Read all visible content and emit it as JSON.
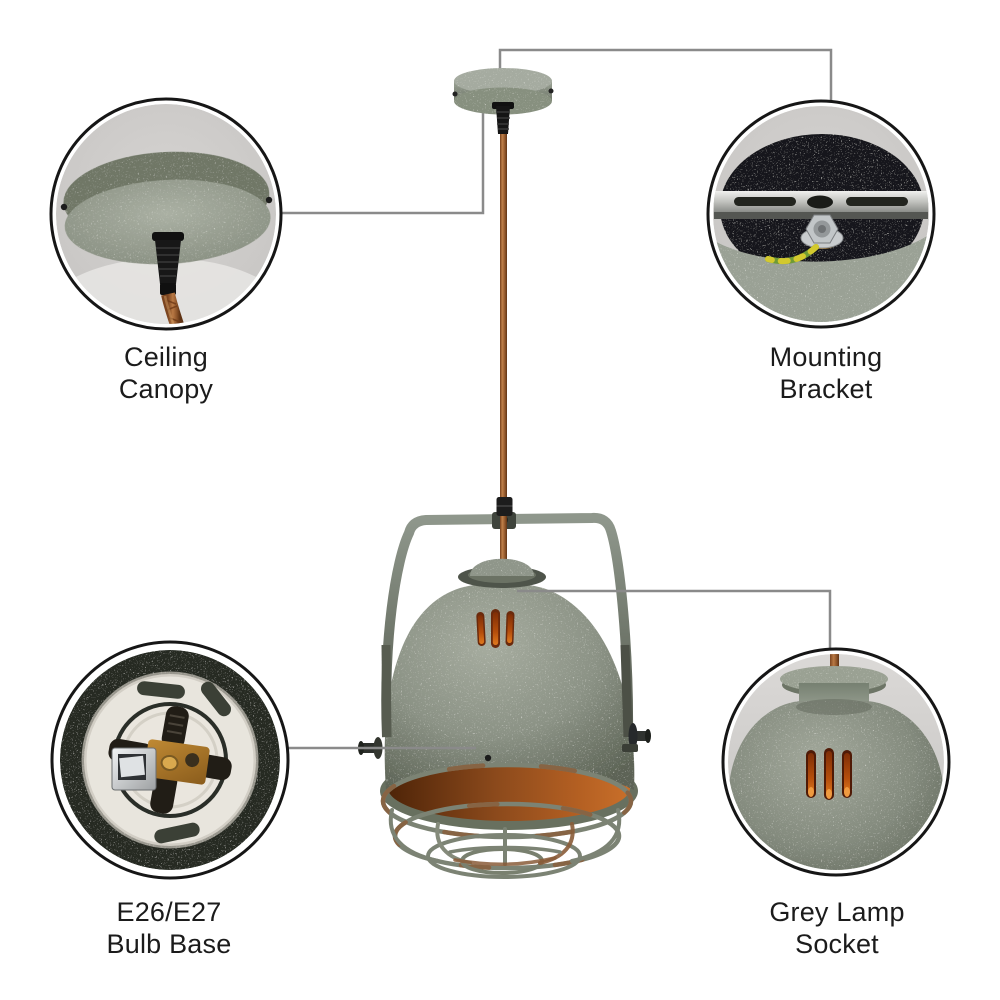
{
  "product_diagram": {
    "callouts": [
      {
        "id": "ceiling-canopy",
        "line1": "Ceiling",
        "line2": "Canopy"
      },
      {
        "id": "mounting-bracket",
        "line1": "Mounting",
        "line2": "Bracket"
      },
      {
        "id": "bulb-base",
        "line1": "E26/E27",
        "line2": "Bulb Base"
      },
      {
        "id": "lamp-socket",
        "line1": "Grey Lamp",
        "line2": "Socket"
      }
    ],
    "palette": {
      "background": "#ffffff",
      "lamp_grey": "#8b9287",
      "copper_cord": "#a56535",
      "rust_interior": "#9c5122",
      "vent_glow": "#c85a10",
      "leader_line": "#8a8a8a",
      "circle_outline": "#161616",
      "label_text": "#1b1b1b",
      "inset_background": "#cfcdcb",
      "bracket_metal": "#c7c8c4",
      "ground_wire_green": "#6f9a36",
      "ground_wire_yellow": "#d3c92e"
    }
  }
}
